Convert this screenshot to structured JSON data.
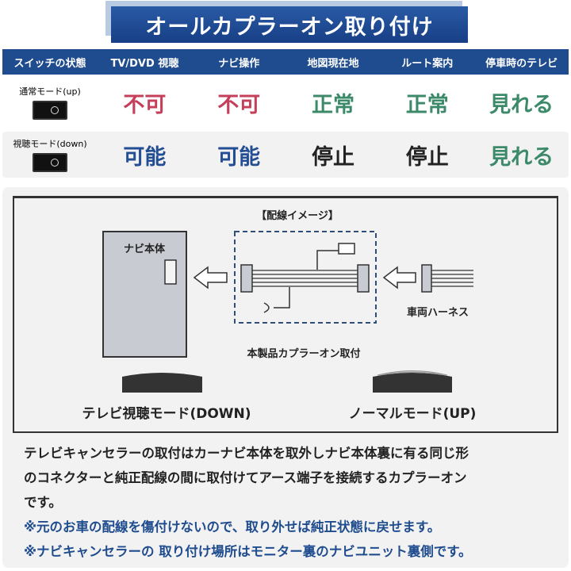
{
  "title": "オールカプラーオン取り付け",
  "table": {
    "headers": [
      "スイッチの状態",
      "TV/DVD 視聴",
      "ナビ操作",
      "地図現在地",
      "ルート案内",
      "停車時のテレビ"
    ],
    "rows": [
      {
        "mode": "通常モード(up)",
        "values": [
          "不可",
          "不可",
          "正常",
          "正常",
          "見れる"
        ]
      },
      {
        "mode": "視聴モード(down)",
        "values": [
          "可能",
          "可能",
          "停止",
          "停止",
          "見れる"
        ]
      }
    ]
  },
  "diagram": {
    "caption": "【配線イメージ】",
    "navi_label": "ナビ本体",
    "harness_label": "車両ハーネス",
    "product_label": "本製品カプラーオン取付",
    "down_mode": "テレビ視聴モード(DOWN)",
    "up_mode": "ノーマルモード(UP)"
  },
  "description": {
    "lines": [
      "テレビキャンセラーの取付はカーナビ本体を取外しナビ本体裏に有る同じ形",
      "のコネクターと純正配線の間に取付けてアース端子を接続するカプラーオン",
      "です。"
    ],
    "note1": "※元のお車の配線を傷付けないので、取り外せば純正状態に戻せます。",
    "note2": "※ナビキャンセラーの 取り付け場所はモニター裏のナビユニット裏側です。"
  },
  "colors": {
    "blue": "#1f4c8e",
    "red": "#c4405a",
    "green": "#3d8a6a",
    "note": "#1f4c8e"
  }
}
